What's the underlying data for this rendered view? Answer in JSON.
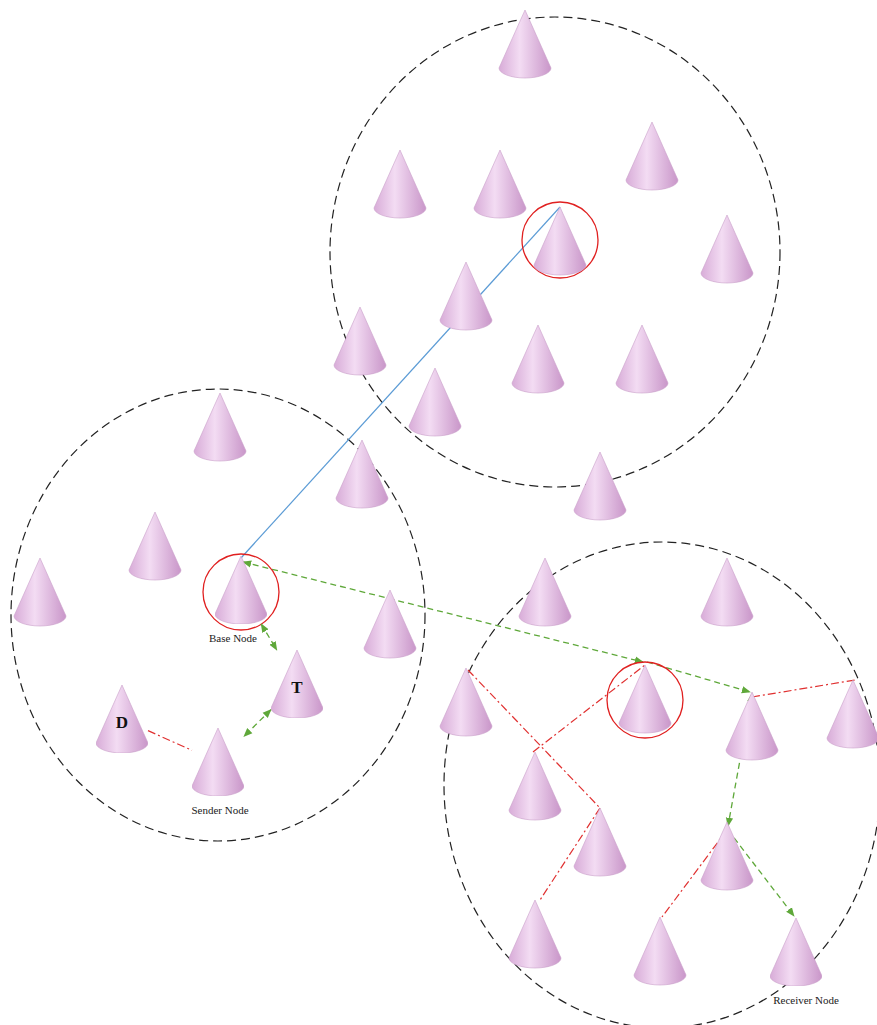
{
  "diagram": {
    "nodes": [
      {
        "text": [
          "Base Node"
        ]
      },
      {
        "text": [
          "T"
        ]
      },
      {
        "text": [
          "D"
        ]
      },
      {
        "text": [
          "Sender Node"
        ]
      },
      {
        "text": [
          "Receiver Node"
        ]
      }
    ],
    "edges": [
      {
        "from": 0,
        "to": 1,
        "arrow": "both"
      },
      {
        "from": 1,
        "to": 3,
        "arrow": "both"
      },
      {
        "from": 2,
        "to": 3,
        "arrow": "none"
      }
    ]
  }
}
